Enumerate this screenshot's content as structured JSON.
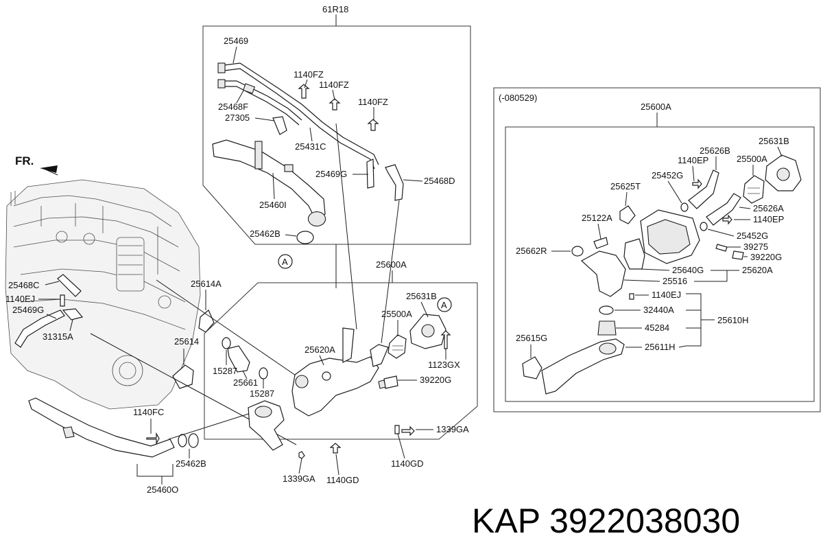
{
  "direction_label": "FR.",
  "caption": {
    "brand": "KAP",
    "part_number": "3922038030"
  },
  "top_group": {
    "title": "61R18",
    "labels": [
      "25469",
      "1140FZ",
      "1140FZ",
      "1140FZ",
      "25468F",
      "27305",
      "25431C",
      "25469G",
      "25468D",
      "25460I",
      "25462B",
      "A"
    ]
  },
  "main_group": {
    "title": "25600A",
    "labels": [
      "25631B",
      "A",
      "25500A",
      "25620A",
      "1123GX",
      "39220G",
      "15287",
      "25661",
      "15287",
      "1339GA",
      "1140GD",
      "1140GD",
      "1339GA"
    ]
  },
  "engine_labels": [
    "25468C",
    "1140EJ",
    "25469G",
    "31315A",
    "25614A",
    "25614",
    "1140FC",
    "25462B",
    "25460O"
  ],
  "inset": {
    "note": "(-080529)",
    "title": "25600A",
    "labels": [
      "25626B",
      "25631B",
      "1140EP",
      "25500A",
      "25452G",
      "25625T",
      "25626A",
      "1140EP",
      "25122A",
      "25452G",
      "39275",
      "25662R",
      "39220G",
      "25640G",
      "25620A",
      "25516",
      "1140EJ",
      "32440A",
      "25610H",
      "45284",
      "25615G",
      "25611H"
    ]
  }
}
